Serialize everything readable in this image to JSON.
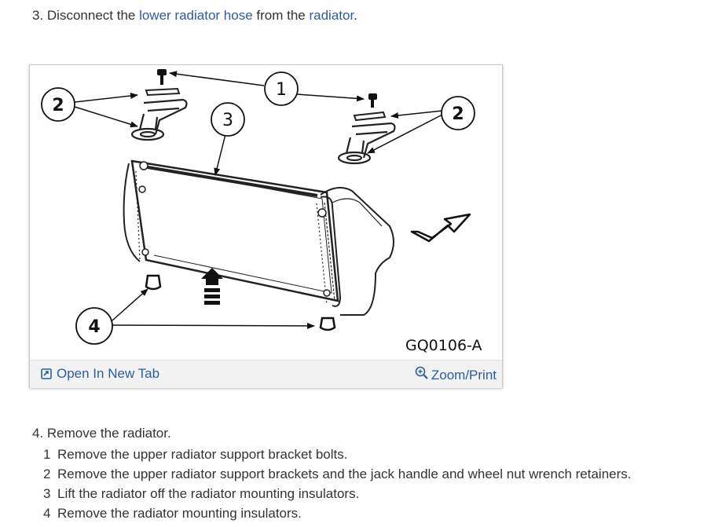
{
  "step3": {
    "prefix": "3. Disconnect the ",
    "link1": "lower radiator hose",
    "middle": " from the ",
    "link2": "radiator",
    "suffix": "."
  },
  "figure": {
    "code": "GQ0106-A",
    "callouts": [
      "1",
      "2",
      "2",
      "3",
      "4"
    ],
    "open_tab_label": "Open In New Tab",
    "zoom_label": "Zoom/Print"
  },
  "step4": {
    "heading": "4. Remove the radiator.",
    "substeps": [
      {
        "num": "1",
        "text": "Remove the upper radiator support bracket bolts."
      },
      {
        "num": "2",
        "text": "Remove the upper radiator support brackets and the jack handle and wheel nut wrench retainers."
      },
      {
        "num": "3",
        "text": "Lift the radiator off the radiator mounting insulators."
      },
      {
        "num": "4",
        "text": "Remove the radiator mounting insulators."
      }
    ]
  }
}
